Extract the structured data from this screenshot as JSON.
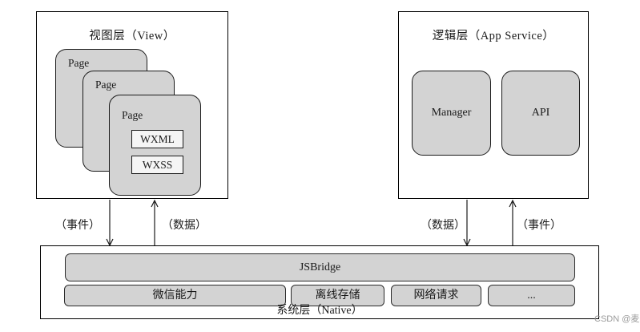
{
  "view_layer": {
    "title": "视图层（View）",
    "pages": [
      "Page",
      "Page",
      "Page"
    ],
    "front_page": {
      "wxml": "WXML",
      "wxss": "WXSS"
    }
  },
  "logic_layer": {
    "title": "逻辑层（App Service）",
    "modules": [
      "Manager",
      "API"
    ]
  },
  "arrows": {
    "view_event_label": "（事件）",
    "view_data_label": "（数据）",
    "service_data_label": "（数据）",
    "service_event_label": "（事件）"
  },
  "native_layer": {
    "title": "系统层（Native）",
    "bridge_label": "JSBridge",
    "capabilities": [
      "微信能力",
      "离线存储",
      "网络请求",
      "..."
    ]
  },
  "watermark": "CSDN @麦",
  "colors": {
    "box_fill_gray": "#d3d3d3",
    "inner_file_fill": "#f5f5f5",
    "border_black": "#000000",
    "watermark_gray": "#9b9b9b",
    "background": "#ffffff"
  }
}
